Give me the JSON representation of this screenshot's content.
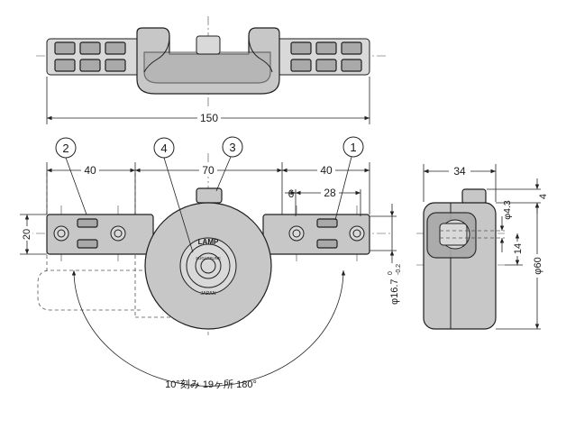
{
  "dimensions": {
    "top_width": "150",
    "front_left": "40",
    "front_center": "70",
    "front_right": "40",
    "pitch_small": "6",
    "pitch_28": "28",
    "height_20": "20",
    "side_width": "34",
    "side_4": "4",
    "side_hole": "φ4.3",
    "side_14": "14",
    "side_dia": "φ60",
    "bore": "φ16.7",
    "bore_tol_upper": "0",
    "bore_tol_lower": "-0.2"
  },
  "callouts": [
    "2",
    "4",
    "3",
    "1"
  ],
  "knob_text": {
    "brand": "LAMP",
    "inner": "SUGATSUNE",
    "bottom": "JAPAN"
  },
  "note": "10°刻み 19ヶ所 180°"
}
